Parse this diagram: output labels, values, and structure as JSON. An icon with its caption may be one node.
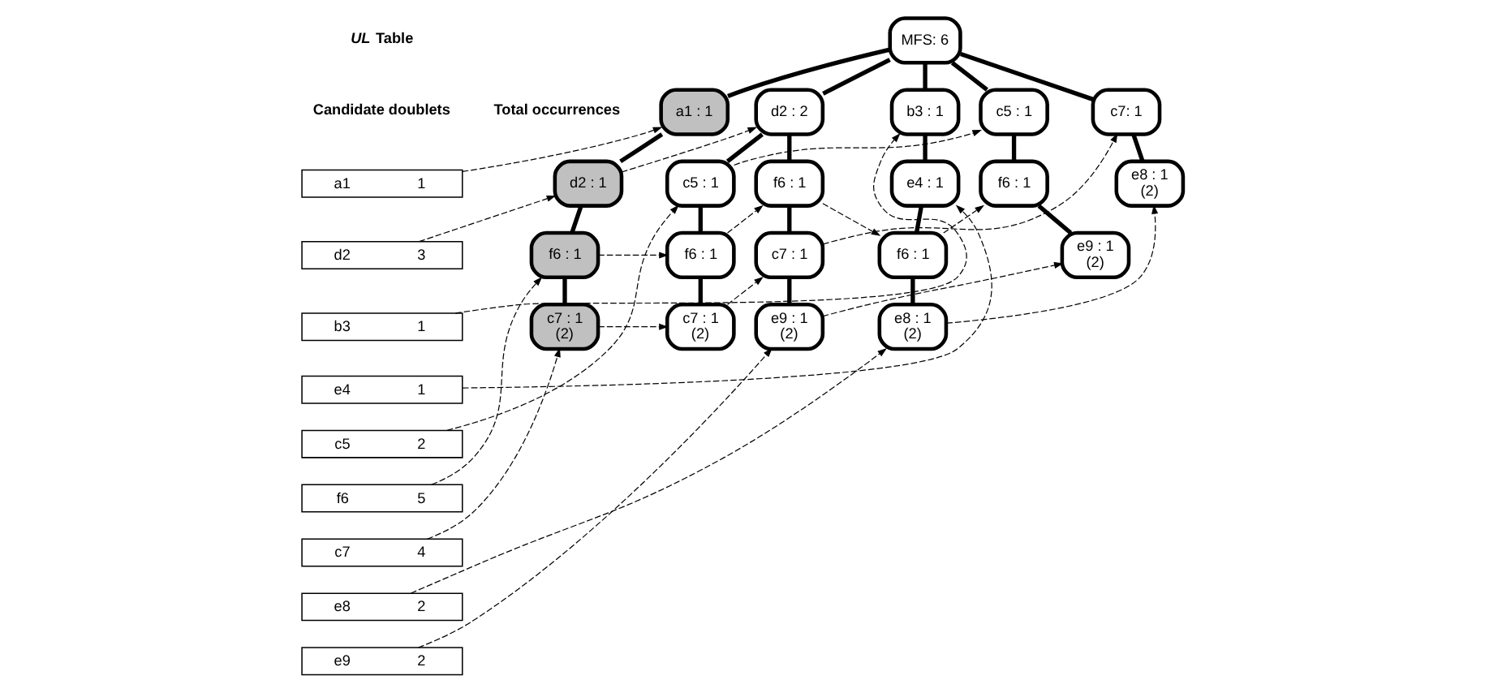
{
  "diagram": {
    "nodes": [
      {
        "text": [
          "a1",
          "1"
        ]
      },
      {
        "text": [
          "d2",
          "3"
        ]
      },
      {
        "text": [
          "b3",
          "1"
        ]
      },
      {
        "text": [
          "e4",
          "1"
        ]
      },
      {
        "text": [
          "c5",
          "2"
        ]
      },
      {
        "text": [
          "f6",
          "5"
        ]
      },
      {
        "text": [
          "c7",
          "4"
        ]
      },
      {
        "text": [
          "e8",
          "2"
        ]
      },
      {
        "text": [
          "e9",
          "2"
        ]
      },
      {
        "text": [
          "MFS: 6"
        ]
      },
      {
        "text": [
          "a1 : 1"
        ]
      },
      {
        "text": [
          "d2 : 1"
        ]
      },
      {
        "text": [
          "f6 : 1"
        ]
      },
      {
        "text": [
          "c7 : 1",
          "(2)"
        ]
      },
      {
        "text": [
          "d2 : 2"
        ]
      },
      {
        "text": [
          "c5 : 1"
        ]
      },
      {
        "text": [
          "f6 : 1"
        ]
      },
      {
        "text": [
          "c7 : 1",
          "(2)"
        ]
      },
      {
        "text": [
          "f6 : 1"
        ]
      },
      {
        "text": [
          "c7 : 1"
        ]
      },
      {
        "text": [
          "e9 : 1",
          "(2)"
        ]
      },
      {
        "text": [
          "b3 : 1"
        ]
      },
      {
        "text": [
          "e4 : 1"
        ]
      },
      {
        "text": [
          "f6 : 1"
        ]
      },
      {
        "text": [
          "e8 : 1",
          "(2)"
        ]
      },
      {
        "text": [
          "c5 : 1"
        ]
      },
      {
        "text": [
          "f6 : 1"
        ]
      },
      {
        "text": [
          "e9 : 1",
          "(2)"
        ]
      },
      {
        "text": [
          "c7: 1"
        ]
      },
      {
        "text": [
          "e8 : 1",
          "(2)"
        ]
      }
    ],
    "edges": [
      {
        "from": 9,
        "to": 10,
        "arrow": "none",
        "style": "thick"
      },
      {
        "from": 9,
        "to": 14,
        "arrow": "none",
        "style": "thick"
      },
      {
        "from": 9,
        "to": 21,
        "arrow": "none",
        "style": "thick"
      },
      {
        "from": 9,
        "to": 25,
        "arrow": "none",
        "style": "thick"
      },
      {
        "from": 9,
        "to": 28,
        "arrow": "none",
        "style": "thick"
      },
      {
        "from": 10,
        "to": 11,
        "arrow": "none",
        "style": "thick"
      },
      {
        "from": 11,
        "to": 12,
        "arrow": "none",
        "style": "thick"
      },
      {
        "from": 12,
        "to": 13,
        "arrow": "none",
        "style": "thick"
      },
      {
        "from": 14,
        "to": 15,
        "arrow": "none",
        "style": "thick"
      },
      {
        "from": 14,
        "to": 18,
        "arrow": "none",
        "style": "thick"
      },
      {
        "from": 15,
        "to": 16,
        "arrow": "none",
        "style": "thick"
      },
      {
        "from": 16,
        "to": 17,
        "arrow": "none",
        "style": "thick"
      },
      {
        "from": 18,
        "to": 19,
        "arrow": "none",
        "style": "thick"
      },
      {
        "from": 19,
        "to": 20,
        "arrow": "none",
        "style": "thick"
      },
      {
        "from": 21,
        "to": 22,
        "arrow": "none",
        "style": "thick"
      },
      {
        "from": 22,
        "to": 23,
        "arrow": "none",
        "style": "thick"
      },
      {
        "from": 23,
        "to": 24,
        "arrow": "none",
        "style": "thick"
      },
      {
        "from": 25,
        "to": 26,
        "arrow": "none",
        "style": "thick"
      },
      {
        "from": 26,
        "to": 27,
        "arrow": "none",
        "style": "thick"
      },
      {
        "from": 28,
        "to": 29,
        "arrow": "none",
        "style": "thick"
      },
      {
        "from": 0,
        "to": 10,
        "arrow": "to",
        "style": "dashed"
      },
      {
        "from": 1,
        "to": 11,
        "arrow": "to",
        "style": "dashed"
      },
      {
        "from": 11,
        "to": 14,
        "arrow": "to",
        "style": "dashed"
      },
      {
        "from": 2,
        "to": 21,
        "arrow": "to",
        "style": "dashed"
      },
      {
        "from": 3,
        "to": 22,
        "arrow": "to",
        "style": "dashed"
      },
      {
        "from": 4,
        "to": 15,
        "arrow": "to",
        "style": "dashed"
      },
      {
        "from": 15,
        "to": 25,
        "arrow": "to",
        "style": "dashed"
      },
      {
        "from": 5,
        "to": 12,
        "arrow": "to",
        "style": "dashed"
      },
      {
        "from": 12,
        "to": 16,
        "arrow": "to",
        "style": "dashed"
      },
      {
        "from": 16,
        "to": 18,
        "arrow": "to",
        "style": "dashed"
      },
      {
        "from": 18,
        "to": 23,
        "arrow": "to",
        "style": "dashed"
      },
      {
        "from": 23,
        "to": 26,
        "arrow": "to",
        "style": "dashed"
      },
      {
        "from": 6,
        "to": 13,
        "arrow": "to",
        "style": "dashed"
      },
      {
        "from": 13,
        "to": 17,
        "arrow": "to",
        "style": "dashed"
      },
      {
        "from": 17,
        "to": 19,
        "arrow": "to",
        "style": "dashed"
      },
      {
        "from": 19,
        "to": 28,
        "arrow": "to",
        "style": "dashed"
      },
      {
        "from": 7,
        "to": 24,
        "arrow": "to",
        "style": "dashed"
      },
      {
        "from": 24,
        "to": 29,
        "arrow": "to",
        "style": "dashed"
      },
      {
        "from": 8,
        "to": 20,
        "arrow": "to",
        "style": "dashed"
      },
      {
        "from": 20,
        "to": 27,
        "arrow": "to",
        "style": "dashed"
      }
    ],
    "labels": [
      "*UL* Table",
      "Candidate doublets",
      "Total occurrences"
    ]
  }
}
